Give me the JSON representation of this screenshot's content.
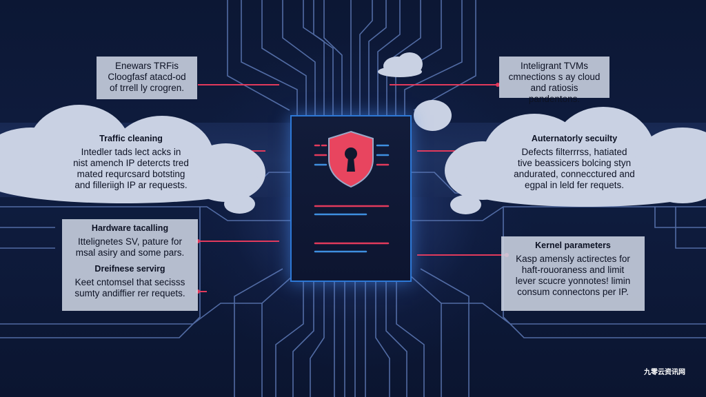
{
  "panels": {
    "top_left": {
      "title": "",
      "lines": [
        "Enewars TRFis",
        "Cloogfasf atacd-od",
        "of trrell ly crogren."
      ]
    },
    "traffic_cleaning": {
      "title": "Traffic cleaning",
      "lines": [
        "Intedler tads lect acks in",
        "nist amench IP detercts tred",
        "mated requrcsard botsting",
        "and filleriigh IP ar requests."
      ]
    },
    "hardware": {
      "title": "Hardware tacalling",
      "lines": [
        "Ittelignetes SV, pature for",
        "msal asiry and some pars."
      ]
    },
    "defense": {
      "title": "Dreifnese servirg",
      "lines": [
        "Keet cntomsel that secisss",
        "sumty andiffier rer requets."
      ]
    },
    "top_right": {
      "title": "",
      "lines": [
        "Inteligrant TVMs",
        "cmnections s ay cloud",
        "and ratiosis pandentons."
      ]
    },
    "auto_security": {
      "title": "Auternatorly secuilty",
      "lines": [
        "Defects filterrrss, hatiated",
        "tive beassicers bolcing styn",
        "andurated, connecctured and",
        "egpal in leld fer requets."
      ]
    },
    "kernel": {
      "title": "Kernel parameters",
      "lines": [
        "Kasp amensly actirectes for",
        "haft-rouoraness and limit",
        "lever scucre yonnotes! limin",
        "consum connectons per IP."
      ]
    }
  },
  "watermark": "九零云资讯网",
  "colors": {
    "accent_red": "#e33a5c",
    "accent_blue": "#2d78d6",
    "shield_red": "#e8455f",
    "wire": "#5f7bb8"
  },
  "icons": [
    "shield-lock-icon",
    "cloud-icon"
  ]
}
